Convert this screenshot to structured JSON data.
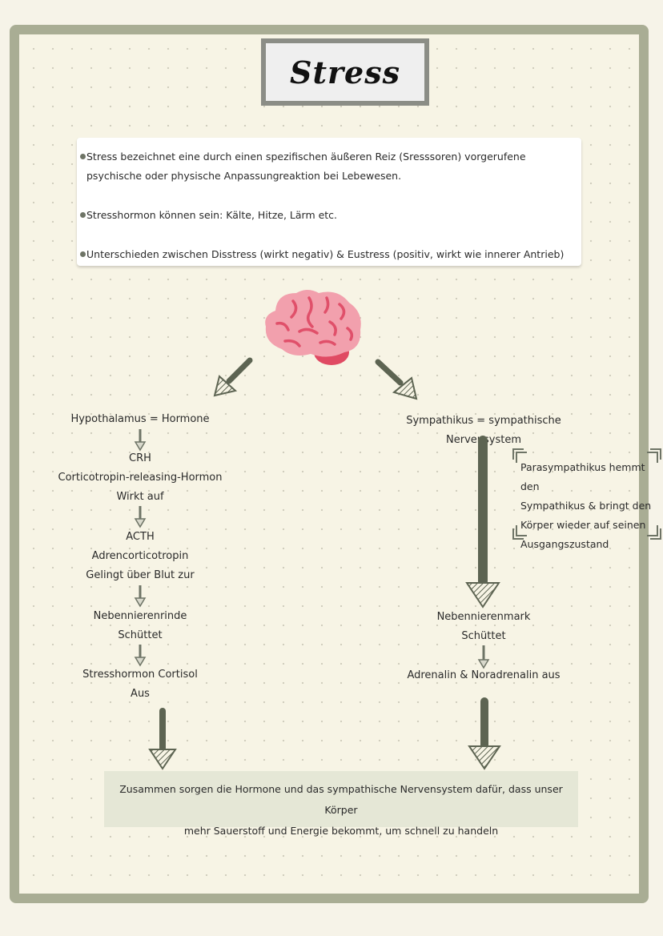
{
  "title": "Stress",
  "intro": {
    "items": [
      "Stress bezeichnet eine durch einen spezifischen äußeren Reiz (Sresssoren) vorgerufene psychische oder physische Anpassungreaktion bei Lebewesen.",
      "Stresshormon können sein: Kälte, Hitze, Lärm etc.",
      "Unterschieden zwischen Disstress (wirkt negativ) & Eustress (positiv, wirkt wie innerer Antrieb)"
    ]
  },
  "left": {
    "heading": "Hypothalamus = Hormone",
    "crh": [
      "CRH",
      "Corticotropin-releasing-Hormon",
      "Wirkt auf"
    ],
    "acth": [
      "ACTH",
      "Adrencorticotropin",
      "Gelingt über Blut zur"
    ],
    "rinde": [
      "Nebennierenrinde",
      "Schüttet"
    ],
    "cortisol": [
      "Stresshormon Cortisol",
      "Aus"
    ]
  },
  "right": {
    "heading": "Sympathikus = sympathische Nervensystem",
    "mark": [
      "Nebennierenmark",
      "Schüttet"
    ],
    "adrenalin": "Adrenalin & Noradrenalin aus"
  },
  "note": {
    "lines": [
      "Parasympathikus hemmt den",
      "Sympathikus & bringt den",
      "Körper wieder auf seinen",
      "Ausgangszustand"
    ]
  },
  "summary": {
    "line1": "Zusammen sorgen die Hormone und das sympathische Nervensystem dafür, dass unser Körper",
    "line2": "mehr Sauerstoff und Energie bekommt, um schnell zu handeln"
  },
  "colors": {
    "frame": "#a9ad94",
    "arrow": "#5d6452",
    "brain": "#f2a0ad",
    "summary_bg": "#e5e7d6"
  },
  "icons": {
    "brain": "brain-icon",
    "arrow": "hatched-arrow-icon"
  }
}
